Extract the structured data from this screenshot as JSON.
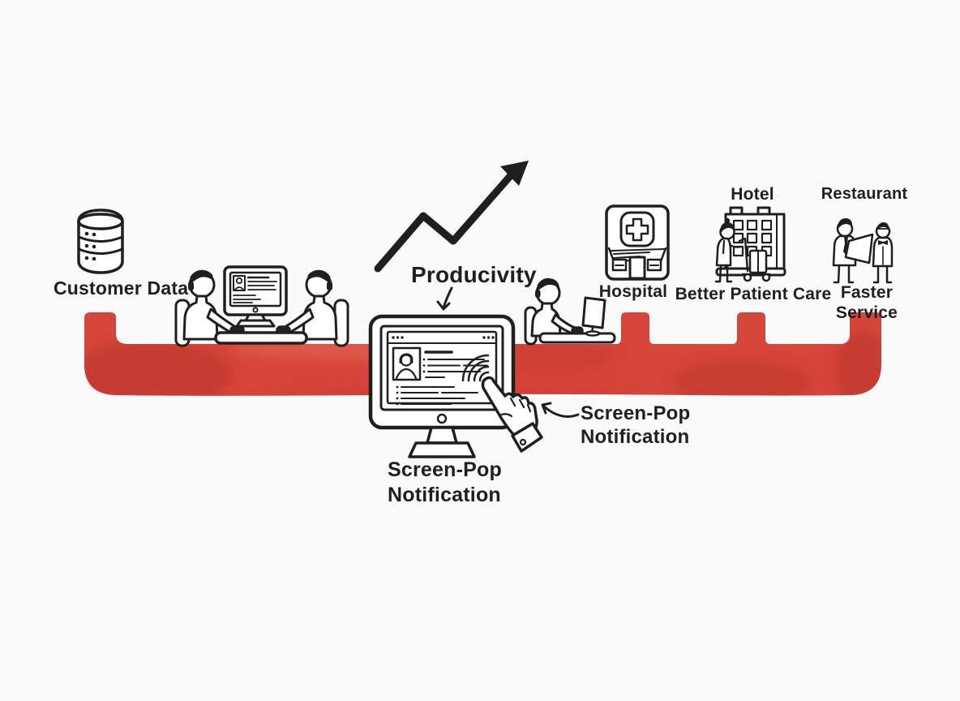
{
  "title": "Screen-Pop Notification illustration",
  "colors": {
    "ink": "#1f1f1f",
    "paper": "#fbfafa",
    "band": "#d6453a",
    "band_dark": "#b5352c",
    "band_light": "#e5705f"
  },
  "labels": {
    "customer_data": "Customer Data",
    "productivity": "Producivity",
    "screen_pop_main": "Screen-Pop\nNotification",
    "screen_pop_callout": "Screen-Pop\nNotification",
    "hospital": "Hospital",
    "hotel": "Hotel",
    "better_patient_care": "Better Patient Care",
    "restaurant": "Restaurant",
    "faster_service": "Faster Service"
  },
  "icons": {
    "database-icon": "stacked database cylinder with indicator dots",
    "call-center-agents-icon": "two agents with headsets at a shared monitor desk",
    "trend-arrow-icon": "zigzag arrow rising to upper right",
    "productivity-down-arrow-icon": "small hand-drawn arrow pointing down to monitor",
    "screen-pop-monitor-icon": "desktop monitor showing caller profile pop-up",
    "pointing-hand-icon": "hand tapping the screen with ripple arcs",
    "callout-arrow-icon": "curved arrow from label toward the hand",
    "single-agent-desk-icon": "agent with headset working at a computer",
    "hospital-icon": "clinic building with medical cross",
    "hotel-icon": "hotel building with concierge and luggage cart",
    "restaurant-icon": "waiter with menu and host with bow tie",
    "red-flow-band": "watercolor red band linking all scenes"
  }
}
